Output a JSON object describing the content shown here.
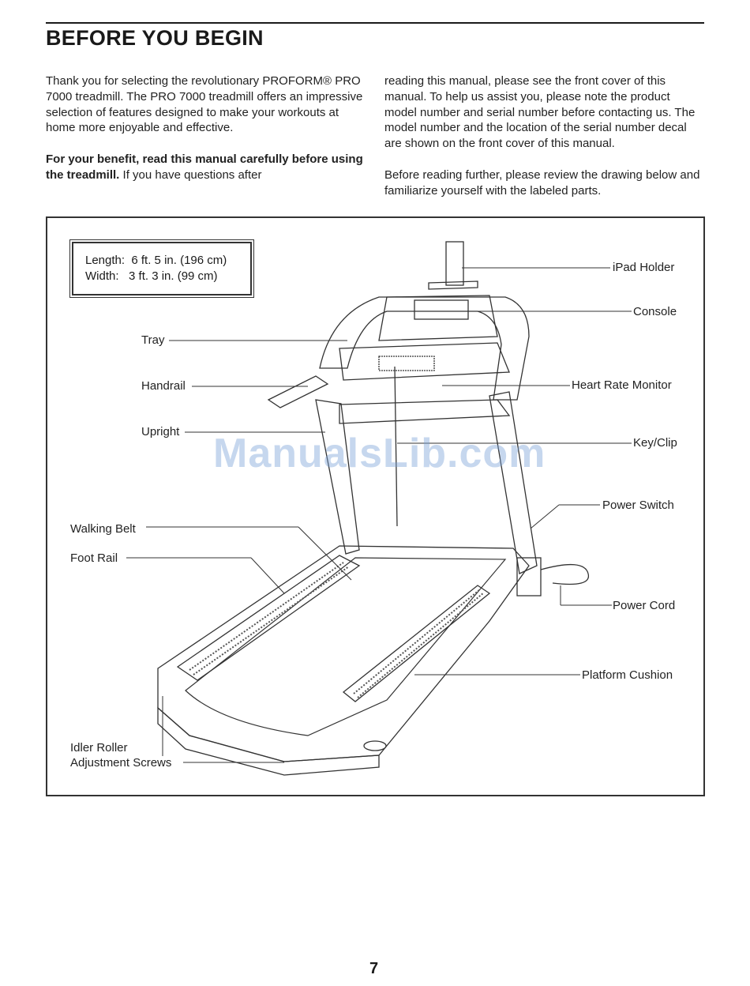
{
  "page": {
    "heading": "BEFORE YOU BEGIN",
    "page_number": "7"
  },
  "intro": {
    "left_p1": "Thank you for selecting the revolutionary PROFORM® PRO 7000 treadmill. The PRO 7000 treadmill offers an impressive selection of features designed to make your workouts at home more enjoyable and effective.",
    "left_p2_bold": "For your benefit, read this manual carefully before using the treadmill.",
    "left_p2_rest": " If you have questions after",
    "right_p1": "reading this manual, please see the front cover of this manual. To help us assist you, please note the product model number and serial number before contacting us. The model number and the location of the serial number decal are shown on the front cover of this manual.",
    "right_p2": "Before reading further, please review the drawing below and familiarize yourself with the labeled parts."
  },
  "dimensions": {
    "length": "Length:  6 ft. 5 in. (196 cm)",
    "width": "Width:   3 ft. 3 in. (99 cm)"
  },
  "labels": {
    "ipad_holder": "iPad Holder",
    "console": "Console",
    "tray": "Tray",
    "handrail": "Handrail",
    "heart_rate_monitor": "Heart Rate Monitor",
    "upright": "Upright",
    "key_clip": "Key/Clip",
    "power_switch": "Power Switch",
    "walking_belt": "Walking Belt",
    "foot_rail": "Foot Rail",
    "power_cord": "Power Cord",
    "platform_cushion": "Platform Cushion",
    "idler_roller_1": "Idler Roller",
    "idler_roller_2": "Adjustment Screws"
  },
  "watermark": "ManualsLib.com"
}
